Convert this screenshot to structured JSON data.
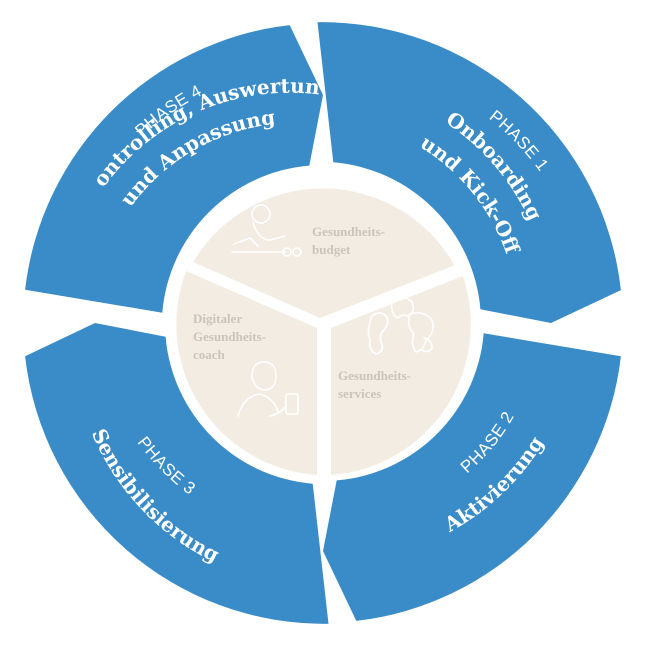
{
  "phases": [
    {
      "id": "phase-1",
      "label": "PHASE 1",
      "title_lines": [
        "Onboarding",
        "und Kick-Off"
      ]
    },
    {
      "id": "phase-2",
      "label": "PHASE 2",
      "title_lines": [
        "Aktivierung"
      ]
    },
    {
      "id": "phase-3",
      "label": "PHASE 3",
      "title_lines": [
        "Sensibilisierung"
      ]
    },
    {
      "id": "phase-4",
      "label": "PHASE 4",
      "title_lines": [
        "Controlling, Auswertung",
        "und Anpassung"
      ]
    }
  ],
  "center": {
    "segments": [
      {
        "id": "budget",
        "lines": [
          "Gesundheits-",
          "budget"
        ],
        "icon": "massage-icon"
      },
      {
        "id": "services",
        "lines": [
          "Gesundheits-",
          "services"
        ],
        "icon": "world-map-icon"
      },
      {
        "id": "coach",
        "lines": [
          "Digitaler",
          "Gesundheits-",
          "coach"
        ],
        "icon": "person-with-phone-icon"
      }
    ]
  },
  "colors": {
    "ring": "#3a8cc8",
    "center": "#f3ece2",
    "center_text": "#cbc4bb",
    "background": "#ffffff"
  }
}
